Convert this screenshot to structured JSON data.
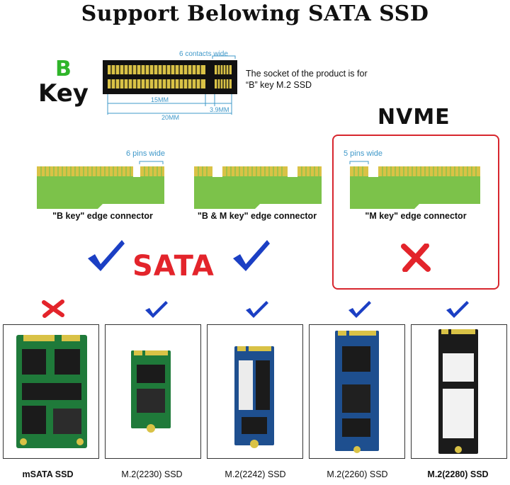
{
  "title": "Support Belowing SATA SSD",
  "b_key": {
    "letter": "B",
    "word": "Key"
  },
  "socket": {
    "contacts_label": "6 contacts wide",
    "description_line1": "The socket of the product is for",
    "description_line2": "“B” key M.2 SSD",
    "dim_15": "15MM",
    "dim_39": "3.9MM",
    "dim_20": "20MM"
  },
  "nvme_title": "NVME",
  "sata_title": "SATA",
  "connectors": [
    {
      "pins_label": "6 pins wide",
      "label": "\"B key\" edge connector",
      "supported": true
    },
    {
      "pins_label": "",
      "label": "\"B & M key\" edge connector",
      "supported": true
    },
    {
      "pins_label": "5 pins wide",
      "label": "\"M key\" edge connector",
      "supported": false
    }
  ],
  "ssds": [
    {
      "label": "mSATA SSD",
      "supported": false
    },
    {
      "label": "M.2(2230) SSD",
      "supported": true
    },
    {
      "label": "M.2(2242) SSD",
      "supported": true
    },
    {
      "label": "M.2(2260) SSD",
      "supported": true
    },
    {
      "label": "M.2(2280) SSD",
      "supported": true
    }
  ],
  "colors": {
    "check_blue": "#1b3fc4",
    "cross_red": "#e3242b",
    "pcb_green": "#7cc24a",
    "gold": "#d9c246",
    "accent_blue": "#3f98c9"
  }
}
